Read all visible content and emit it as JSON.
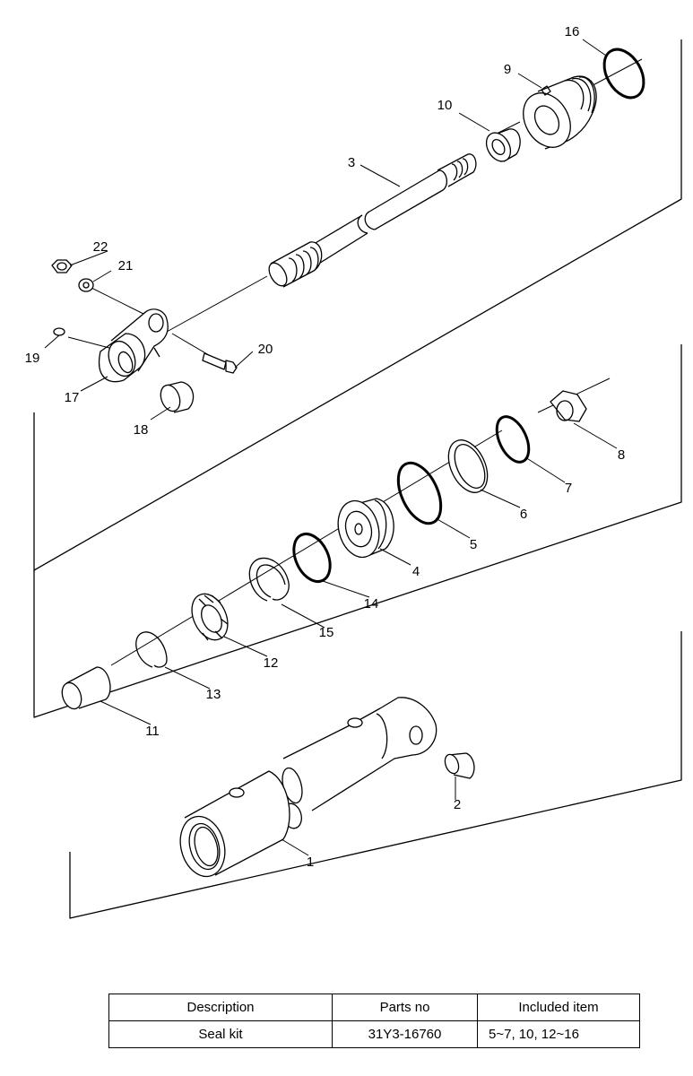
{
  "callouts": {
    "p1": "1",
    "p2": "2",
    "p3": "3",
    "p4": "4",
    "p5": "5",
    "p6": "6",
    "p7": "7",
    "p8": "8",
    "p9": "9",
    "p10": "10",
    "p11": "11",
    "p12": "12",
    "p13": "13",
    "p14": "14",
    "p15": "15",
    "p16": "16",
    "p17": "17",
    "p18": "18",
    "p19": "19",
    "p20": "20",
    "p21": "21",
    "p22": "22"
  },
  "table": {
    "headers": [
      "Description",
      "Parts no",
      "Included item"
    ],
    "rows": [
      [
        "Seal kit",
        "31Y3-16760",
        "5~7, 10, 12~16"
      ]
    ]
  }
}
